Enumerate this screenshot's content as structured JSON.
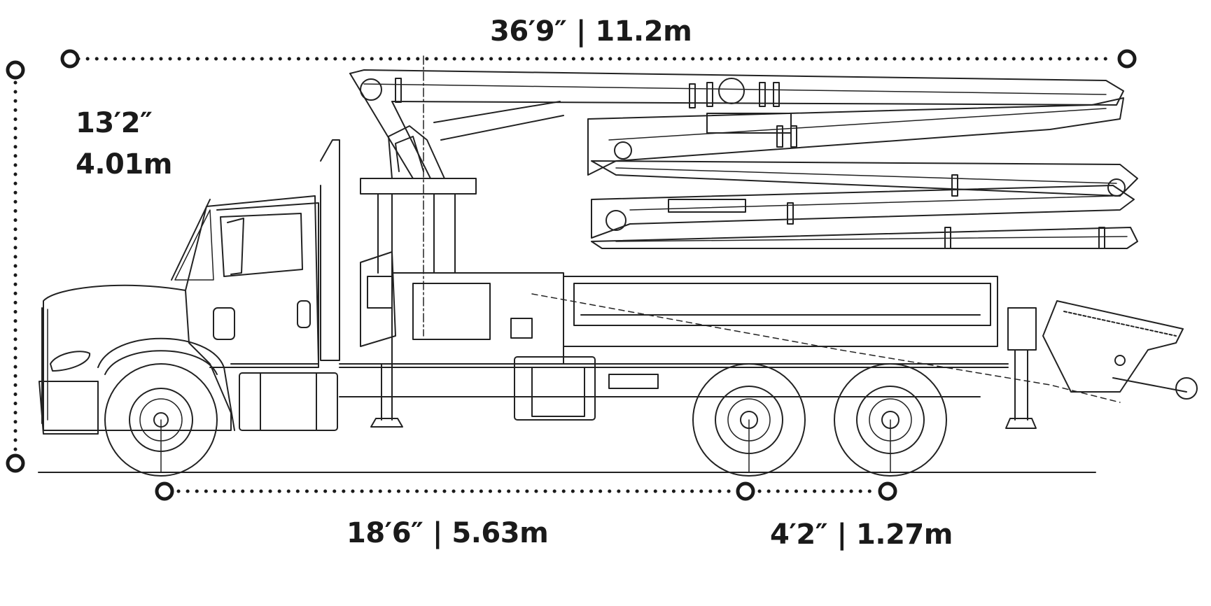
{
  "dimensions": {
    "overall_length": "36′9″ | 11.2m",
    "height_ft": "13′2″",
    "height_m": "4.01m",
    "wheelbase": "18′6″ | 5.63m",
    "tandem_spacing": "4′2″ | 1.27m"
  },
  "colors": {
    "line": "#222222",
    "dimension": "#1a1a1a",
    "background": "#ffffff"
  },
  "icons": {
    "endpoint": "endpoint-circle-icon"
  }
}
